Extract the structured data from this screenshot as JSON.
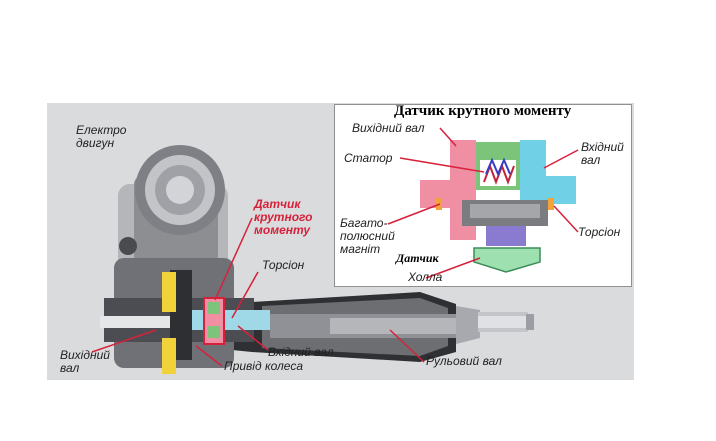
{
  "inset_title": "Датчик крутного моменту",
  "labels": {
    "motor_line1": "Електро",
    "motor_line2": "двигун",
    "torque_sensor_line1": "Датчик",
    "torque_sensor_line2": "крутного",
    "torque_sensor_line3": "моменту",
    "torsion_main": "Торсіон",
    "output_shaft_main_line1": "Вихідний",
    "output_shaft_main_line2": "вал",
    "input_shaft_main": "Вхідний вал",
    "wheel_drive": "Привід колеса",
    "steering_shaft": "Рульовий вал",
    "inset_output_shaft": "Вихідний вал",
    "inset_input_shaft_line1": "Вхідний",
    "inset_input_shaft_line2": "вал",
    "stator": "Статор",
    "multipole_line1": "Багато-",
    "multipole_line2": "полюсний",
    "multipole_line3": "магніт",
    "hall_line1": "Датчик",
    "hall_line2": "Холла",
    "torsion_inset": "Торсіон"
  },
  "colors": {
    "accent_red": "#d6213a",
    "shaft_pink": "#f08fa4",
    "shaft_cyan": "#6fd0e6",
    "stator_green": "#7cc47a",
    "magnet_purple": "#8a7ad0",
    "gear_yellow": "#f2d23a"
  }
}
